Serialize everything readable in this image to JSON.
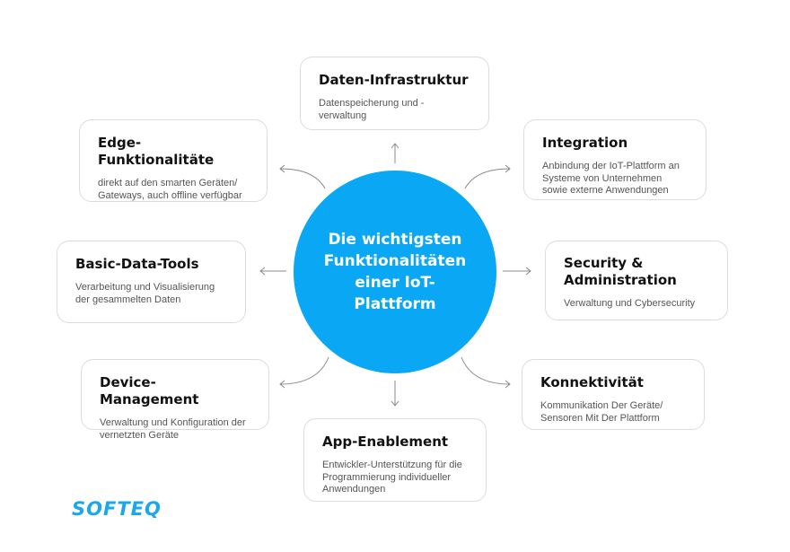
{
  "center": "Die wichtigsten Funktionalitäten einer IoT-Plattform",
  "boxes": {
    "daten": {
      "title": "Daten-Infrastruktur",
      "text": "Datenspeicherung und -verwaltung"
    },
    "edge": {
      "title": "Edge-Funktionalitäte",
      "text": "direkt auf den smarten Geräten/ Gateways, auch offline verfügbar"
    },
    "integration": {
      "title": "Integration",
      "text": "Anbindung der IoT-Plattform an Systeme von Unternehmen sowie externe Anwendungen"
    },
    "basic": {
      "title": "Basic-Data-Tools",
      "text": "Verarbeitung und Visualisierung der gesammelten Daten"
    },
    "security": {
      "title": "Security & Administration",
      "text": "Verwaltung und Cybersecurity"
    },
    "device": {
      "title": "Device-Management",
      "text": "Verwaltung und Konfiguration der vernetzten Geräte"
    },
    "konn": {
      "title": "Konnektivität",
      "text": "Kommunikation Der Geräte/ Sensoren Mit Der Plattform"
    },
    "app": {
      "title": "App-Enablement",
      "text": "Entwickler-Unterstützung für die Programmierung individueller Anwendungen"
    }
  },
  "logo": "SOFTEQ",
  "colors": {
    "accent": "#0aa8f4"
  }
}
